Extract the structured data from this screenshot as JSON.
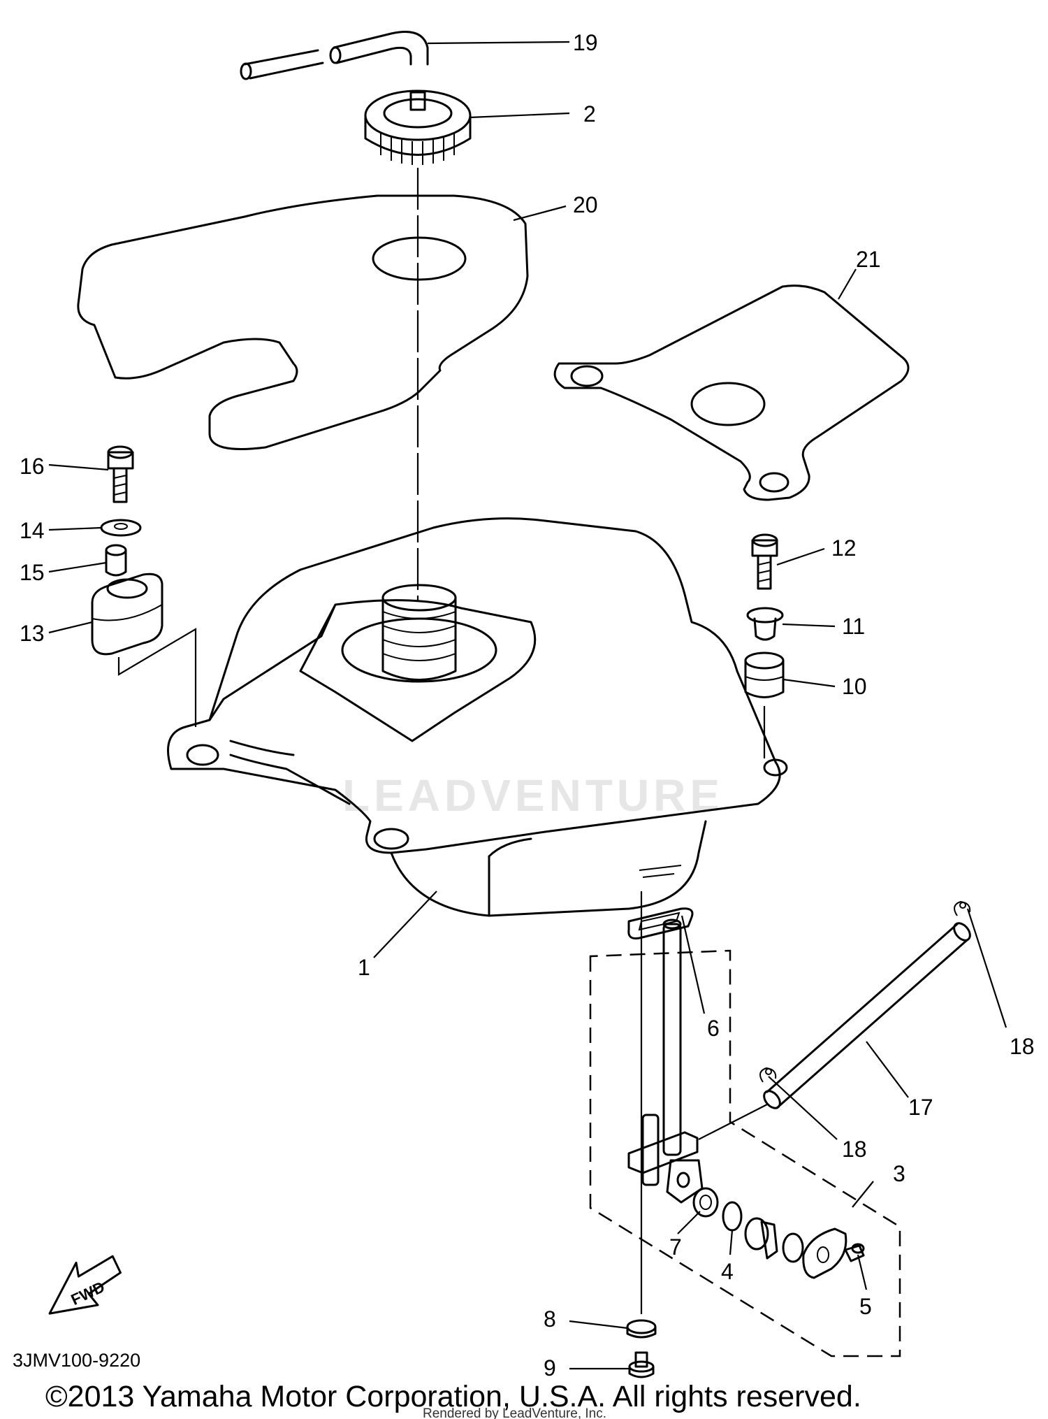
{
  "diagram_code": "3JMV100-9220",
  "copyright": "©2013 Yamaha Motor Corporation, U.S.A. All rights reserved.",
  "rendered_by": "Rendered by LeadVenture, Inc.",
  "watermark": "LEADVENTURE",
  "fwd_label": "FWD",
  "callouts": {
    "fuel_tank": "1",
    "tank_cap": "2",
    "fuel_cock_assy": "3",
    "cock_part_4": "4",
    "cock_screw": "5",
    "cock_gasket": "6",
    "cock_part_7": "7",
    "washer_8": "8",
    "drain_bolt": "9",
    "damper_10": "10",
    "collar_11": "11",
    "bolt_12": "12",
    "damper_13": "13",
    "washer_14": "14",
    "collar_15": "15",
    "bolt_16": "16",
    "fuel_hose": "17",
    "clip_upper": "18",
    "clip_lower": "18",
    "breather_hose": "19",
    "seal_pad_20": "20",
    "seal_pad_21": "21"
  }
}
